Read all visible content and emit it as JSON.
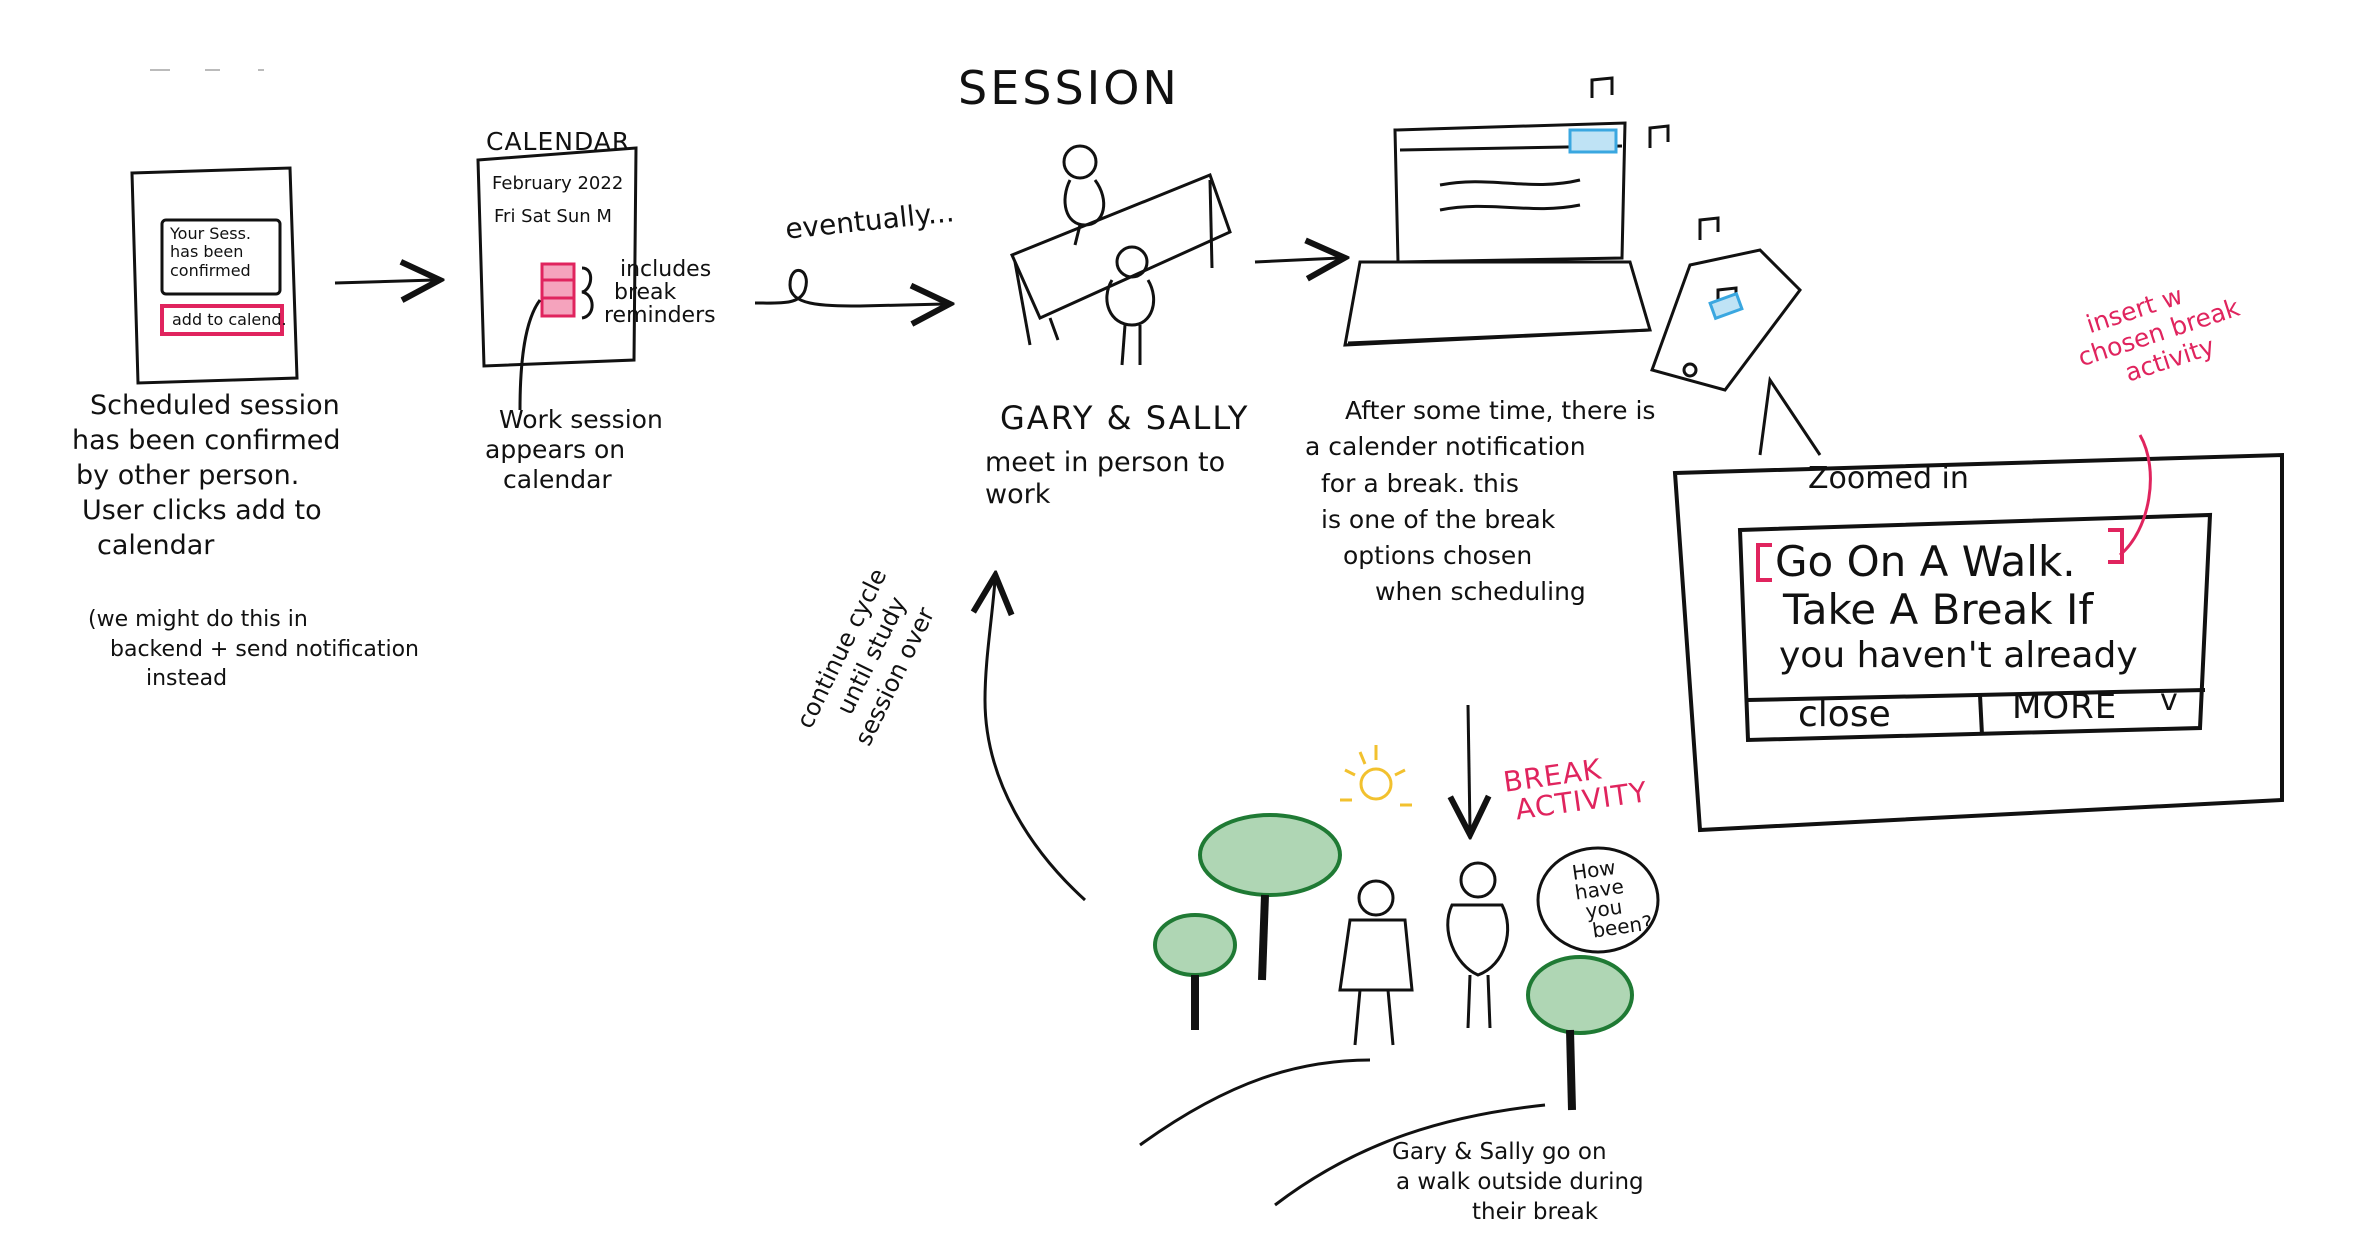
{
  "step1": {
    "screen_line1": "Your Sess.",
    "screen_line2": "has been",
    "screen_line3": "confirmed",
    "button": "add to calend.",
    "caption": [
      "Scheduled session",
      "has been confirmed",
      "by other person.",
      "User clicks add to",
      "calendar"
    ],
    "note": [
      "(we might do this in",
      "backend + send notification",
      "instead"
    ]
  },
  "step2": {
    "title": "CALENDAR",
    "month": "February 2022",
    "days": "Fri Sat Sun M",
    "side_note": [
      "includes",
      "break",
      "reminders"
    ],
    "caption": [
      "Work session",
      "appears on",
      "calendar"
    ]
  },
  "transition": {
    "label": "eventually..."
  },
  "step3": {
    "title": "SESSION",
    "caption_names": "GARY & SALLY",
    "caption": [
      "meet in person to",
      "work"
    ]
  },
  "step4": {
    "caption": [
      "After some time, there is",
      "a calender notification",
      "for a break. this",
      "is one of the break",
      "options chosen",
      "when scheduling"
    ]
  },
  "zoom": {
    "label": "Zoomed in",
    "annotation": [
      "insert w",
      "chosen break",
      "activity"
    ],
    "line1": "Go On A Walk.",
    "line2": "Take A Break If",
    "line3": "you haven't already",
    "close": "close",
    "more": "MORE",
    "chevron": "v"
  },
  "break": {
    "label": [
      "BREAK",
      "ACTIVITY"
    ],
    "speech": [
      "How",
      "have",
      "you",
      "been?"
    ],
    "caption": [
      "Gary & Sally go on",
      "a walk outside during",
      "their break"
    ]
  },
  "cycle": {
    "label": [
      "continue cycle",
      "until study",
      "session over"
    ]
  },
  "colors": {
    "ink": "#111111",
    "accent": "#e0245e",
    "blue": "#3aa7e0",
    "green": "#1f7a34",
    "sun": "#f2c12e"
  }
}
